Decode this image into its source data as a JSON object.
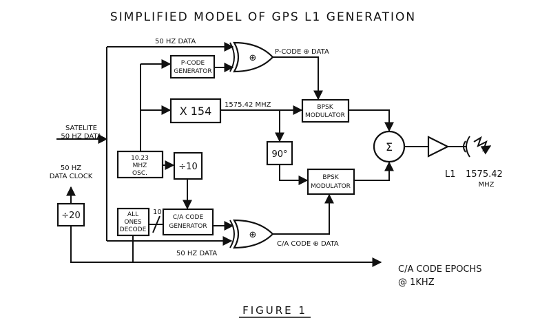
{
  "title": "SIMPLIFIED MODEL OF GPS L1 GENERATION",
  "figure_caption": "FIGURE 1",
  "inputs": {
    "satellite_line1": "SATELITE",
    "satellite_line2": "50 HZ DATA",
    "data_clock_line1": "50 HZ",
    "data_clock_line2": "DATA CLOCK"
  },
  "blocks": {
    "pcode_line1": "P-CODE",
    "pcode_line2": "GENERATOR",
    "mult": "X 154",
    "osc_line1": "10.23",
    "osc_line2": "MHZ",
    "osc_line3": "OSC.",
    "div10": "÷10",
    "div20": "÷20",
    "phase": "90°",
    "ones_line1": "ALL",
    "ones_line2": "ONES",
    "ones_line3": "DECODE",
    "ca_line1": "C/A CODE",
    "ca_line2": "GENERATOR",
    "bpsk1_line1": "BPSK",
    "bpsk1_line2": "MODULATOR",
    "bpsk2_line1": "BPSK",
    "bpsk2_line2": "MODULATOR",
    "sum_symbol": "Σ",
    "xor_symbol": "⊕"
  },
  "signals": {
    "data_top": "50 HZ DATA",
    "data_bottom": "50 HZ DATA",
    "pcode_data": "P-CODE ⊕ DATA",
    "ca_data": "C/A CODE ⊕ DATA",
    "freq": "1575.42 MHZ",
    "bus_width": "10",
    "epochs_line1": "C/A CODE EPOCHS",
    "epochs_line2": "@ 1KHZ"
  },
  "output": {
    "band": "L1",
    "freq": "1575.42",
    "unit": "MHZ"
  }
}
